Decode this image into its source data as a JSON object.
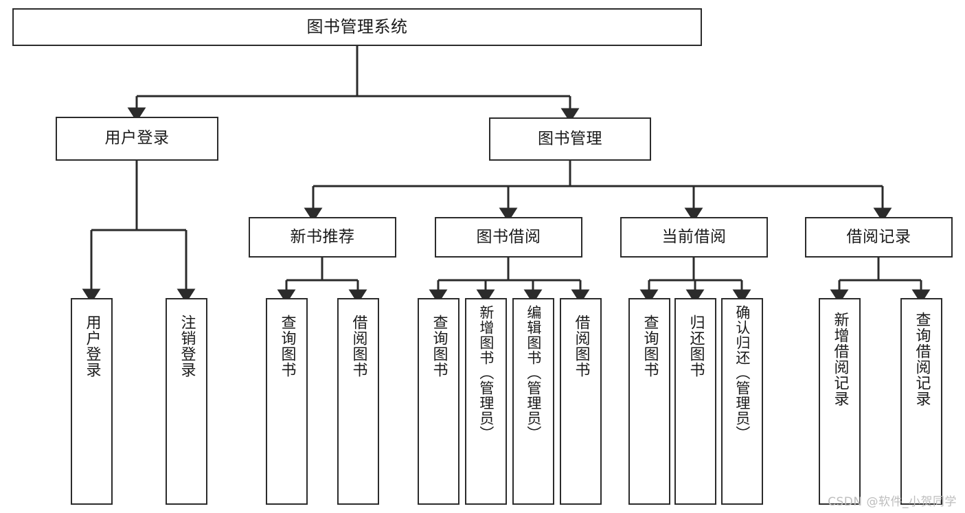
{
  "diagram": {
    "title": "图书管理系统",
    "type": "功能结构图",
    "watermark": "CSDN @软件_小贺同学",
    "colors": {
      "stroke": "#2b2b2b",
      "fill": "#ffffff",
      "text": "#1a1a1a",
      "watermark": "#bdbdbd"
    },
    "nodes": {
      "root": {
        "label": "图书管理系统"
      },
      "level1": [
        {
          "id": "user-login",
          "label": "用户登录"
        },
        {
          "id": "book-manage",
          "label": "图书管理"
        }
      ],
      "level2": [
        {
          "id": "new-book-recommend",
          "label": "新书推荐"
        },
        {
          "id": "book-borrow",
          "label": "图书借阅"
        },
        {
          "id": "current-borrow",
          "label": "当前借阅"
        },
        {
          "id": "borrow-record",
          "label": "借阅记录"
        }
      ],
      "leaves": {
        "user-login": [
          {
            "id": "leaf-user-login",
            "label": "用户登录"
          },
          {
            "id": "leaf-user-logout",
            "label": "注销登录"
          }
        ],
        "new-book-recommend": [
          {
            "id": "leaf-query-book-1",
            "label": "查询图书"
          },
          {
            "id": "leaf-borrow-book-1",
            "label": "借阅图书"
          }
        ],
        "book-borrow": [
          {
            "id": "leaf-query-book-2",
            "label": "查询图书"
          },
          {
            "id": "leaf-add-book",
            "label": "新增图书（管理员）"
          },
          {
            "id": "leaf-edit-book",
            "label": "编辑图书（管理员）"
          },
          {
            "id": "leaf-borrow-book-2",
            "label": "借阅图书"
          }
        ],
        "current-borrow": [
          {
            "id": "leaf-query-book-3",
            "label": "查询图书"
          },
          {
            "id": "leaf-return-book",
            "label": "归还图书"
          },
          {
            "id": "leaf-confirm-return",
            "label": "确认归还（管理员）"
          }
        ],
        "borrow-record": [
          {
            "id": "leaf-add-record",
            "label": "新增借阅记录"
          },
          {
            "id": "leaf-query-record",
            "label": "查询借阅记录"
          }
        ]
      }
    }
  }
}
